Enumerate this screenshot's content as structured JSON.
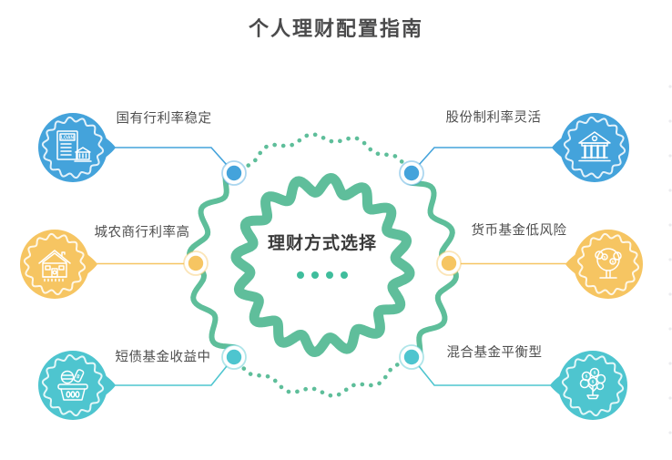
{
  "page": {
    "title": "个人理财配置指南"
  },
  "center": {
    "label": "理财方式选择",
    "dot_count": 4,
    "dot_color": "#3fbd9c"
  },
  "branches": [
    {
      "label": "国有行利率稳定",
      "icon": "loan-document-icon",
      "color": "#44a3db",
      "side": "left",
      "position": "top"
    },
    {
      "label": "城农商行利率高",
      "icon": "house-bank-icon",
      "color": "#f6c562",
      "side": "left",
      "position": "middle"
    },
    {
      "label": "短债基金收益中",
      "icon": "basket-money-icon",
      "color": "#4ec5cf",
      "side": "left",
      "position": "bottom"
    },
    {
      "label": "股份制利率灵活",
      "icon": "bank-columns-icon",
      "color": "#44a3db",
      "side": "right",
      "position": "top"
    },
    {
      "label": "货币基金低风险",
      "icon": "money-tree-icon",
      "color": "#f6c562",
      "side": "right",
      "position": "middle"
    },
    {
      "label": "混合基金平衡型",
      "icon": "coin-tree-icon",
      "color": "#4ec5cf",
      "side": "right",
      "position": "bottom"
    }
  ],
  "colors": {
    "ring_green": "#5fbe9b",
    "dotted_green": "#5ebe9a",
    "title_text": "#4a4a4b",
    "label_text": "#4e4e4e",
    "center_text": "#3a3a3a",
    "edge_dot": "#ececef"
  }
}
